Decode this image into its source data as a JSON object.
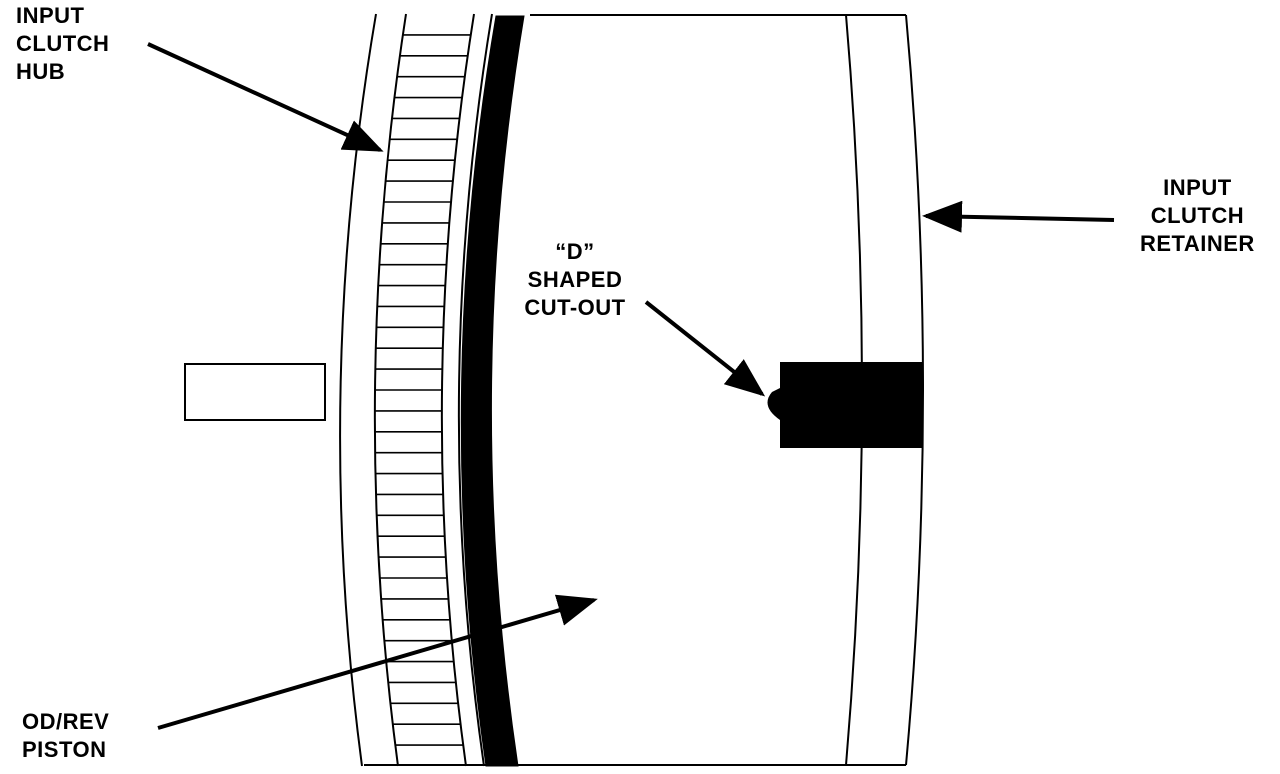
{
  "labels": {
    "input_clutch_hub": [
      "INPUT",
      "CLUTCH",
      "HUB"
    ],
    "input_clutch_retainer": [
      "INPUT",
      "CLUTCH",
      "RETAINER"
    ],
    "d_shaped_cutout": [
      "“D”",
      "SHAPED",
      "CUT-OUT"
    ],
    "od_rev_piston": [
      "OD/REV",
      "PISTON"
    ]
  },
  "colors": {
    "ink": "#000000",
    "paper": "#ffffff"
  }
}
